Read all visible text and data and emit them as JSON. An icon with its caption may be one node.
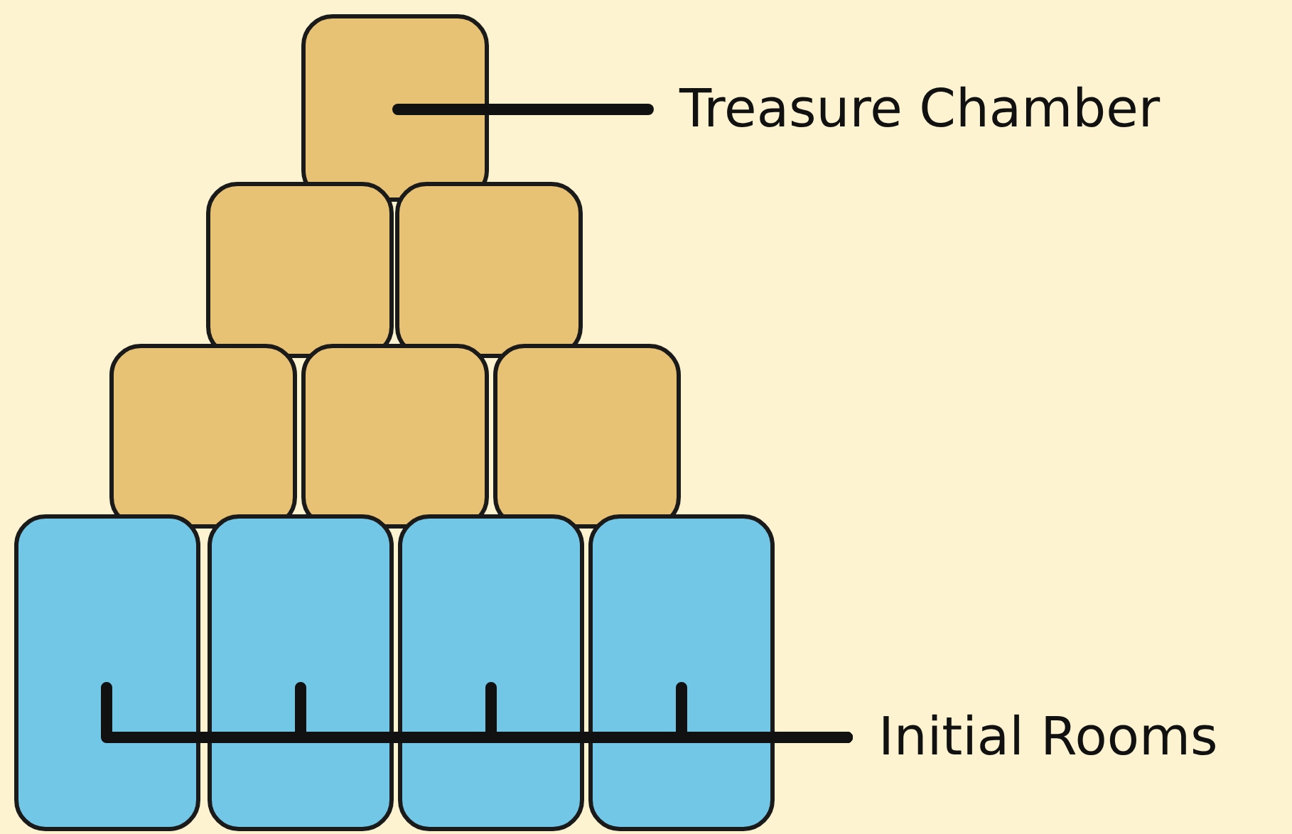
{
  "diagram": {
    "nodes": [
      {
        "text": [],
        "shape": "box"
      },
      {
        "text": [
          "Treasure Chamber"
        ]
      },
      {
        "text": [],
        "shape": "box"
      },
      {
        "text": [],
        "shape": "box"
      },
      {
        "text": [],
        "shape": "box"
      },
      {
        "text": [],
        "shape": "box"
      },
      {
        "text": [],
        "shape": "box"
      },
      {
        "text": [],
        "shape": "box"
      },
      {
        "text": [],
        "shape": "box"
      },
      {
        "text": [],
        "shape": "box"
      },
      {
        "text": [],
        "shape": "box"
      },
      {
        "text": [
          "Initial Rooms"
        ]
      }
    ],
    "edges": [
      {
        "from": 1,
        "to": 0,
        "arrow": "none"
      },
      {
        "from": 11,
        "to": 7,
        "arrow": "none"
      },
      {
        "from": 11,
        "to": 8,
        "arrow": "none"
      },
      {
        "from": 11,
        "to": 9,
        "arrow": "none"
      },
      {
        "from": 11,
        "to": 10,
        "arrow": "none"
      }
    ]
  }
}
